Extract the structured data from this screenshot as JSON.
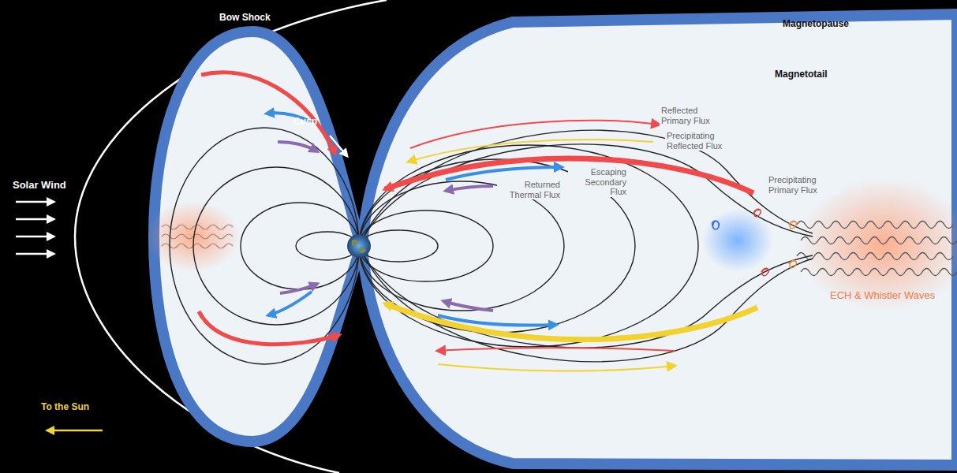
{
  "diagram": {
    "labels": [
      "Bow Shock",
      "Magnetopause",
      "Magnetotail",
      "Cusp",
      "Solar Wind",
      "Reflected Primary Flux",
      "Precipitating Reflected Flux",
      "Escaping Secondary Flux",
      "Returned Thermal Flux",
      "Precipitating Primary Flux",
      "ECH & Whistler Waves",
      "To the Sun"
    ]
  }
}
